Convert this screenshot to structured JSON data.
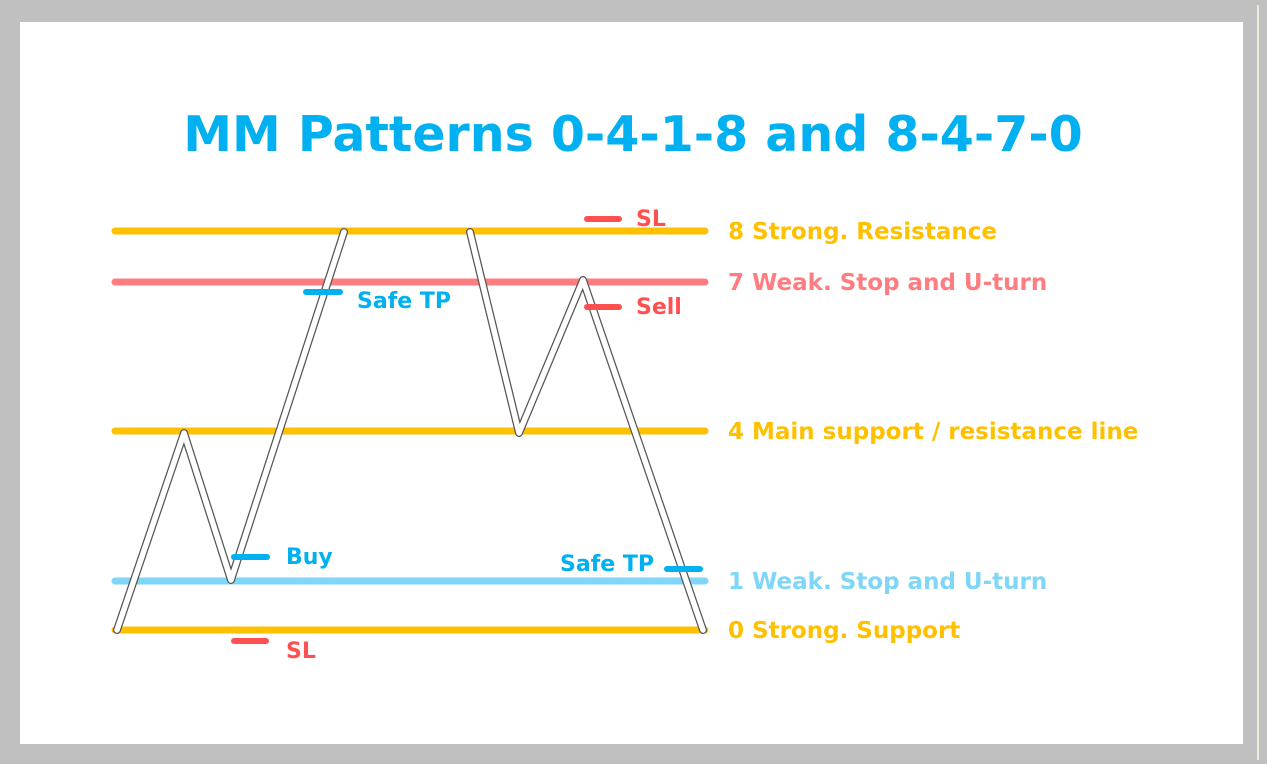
{
  "title": "MM Patterns 0-4-1-8 and 8-4-7-0",
  "colors": {
    "title": "#00b0f0",
    "strong": "#ffc000",
    "weak_resistance": "#ff7c80",
    "weak_support": "#7fd6f6",
    "buy": "#00b0f0",
    "stop": "#ff5050",
    "price": "#ffffff"
  },
  "levels": [
    {
      "label": "8 Strong. Resistance",
      "level": 8,
      "color": "#ffc000"
    },
    {
      "label": "7 Weak. Stop and U-turn",
      "level": 7,
      "color": "#ff7c80"
    },
    {
      "label": "4 Main support / resistance line",
      "level": 4,
      "color": "#ffc000"
    },
    {
      "label": "1 Weak. Stop and U-turn",
      "level": 1,
      "color": "#7fd6f6"
    },
    {
      "label": "0 Strong. Support",
      "level": 0,
      "color": "#ffc000"
    }
  ],
  "pattern_left": {
    "name": "0-4-1-8",
    "path_levels": [
      0,
      4,
      1,
      8
    ],
    "markers": {
      "safe_tp": "Safe TP",
      "buy": "Buy",
      "sl": "SL"
    }
  },
  "pattern_right": {
    "name": "8-4-7-0",
    "path_levels": [
      8,
      4,
      7,
      0
    ],
    "markers": {
      "sl": "SL",
      "sell": "Sell",
      "safe_tp": "Safe TP"
    }
  }
}
